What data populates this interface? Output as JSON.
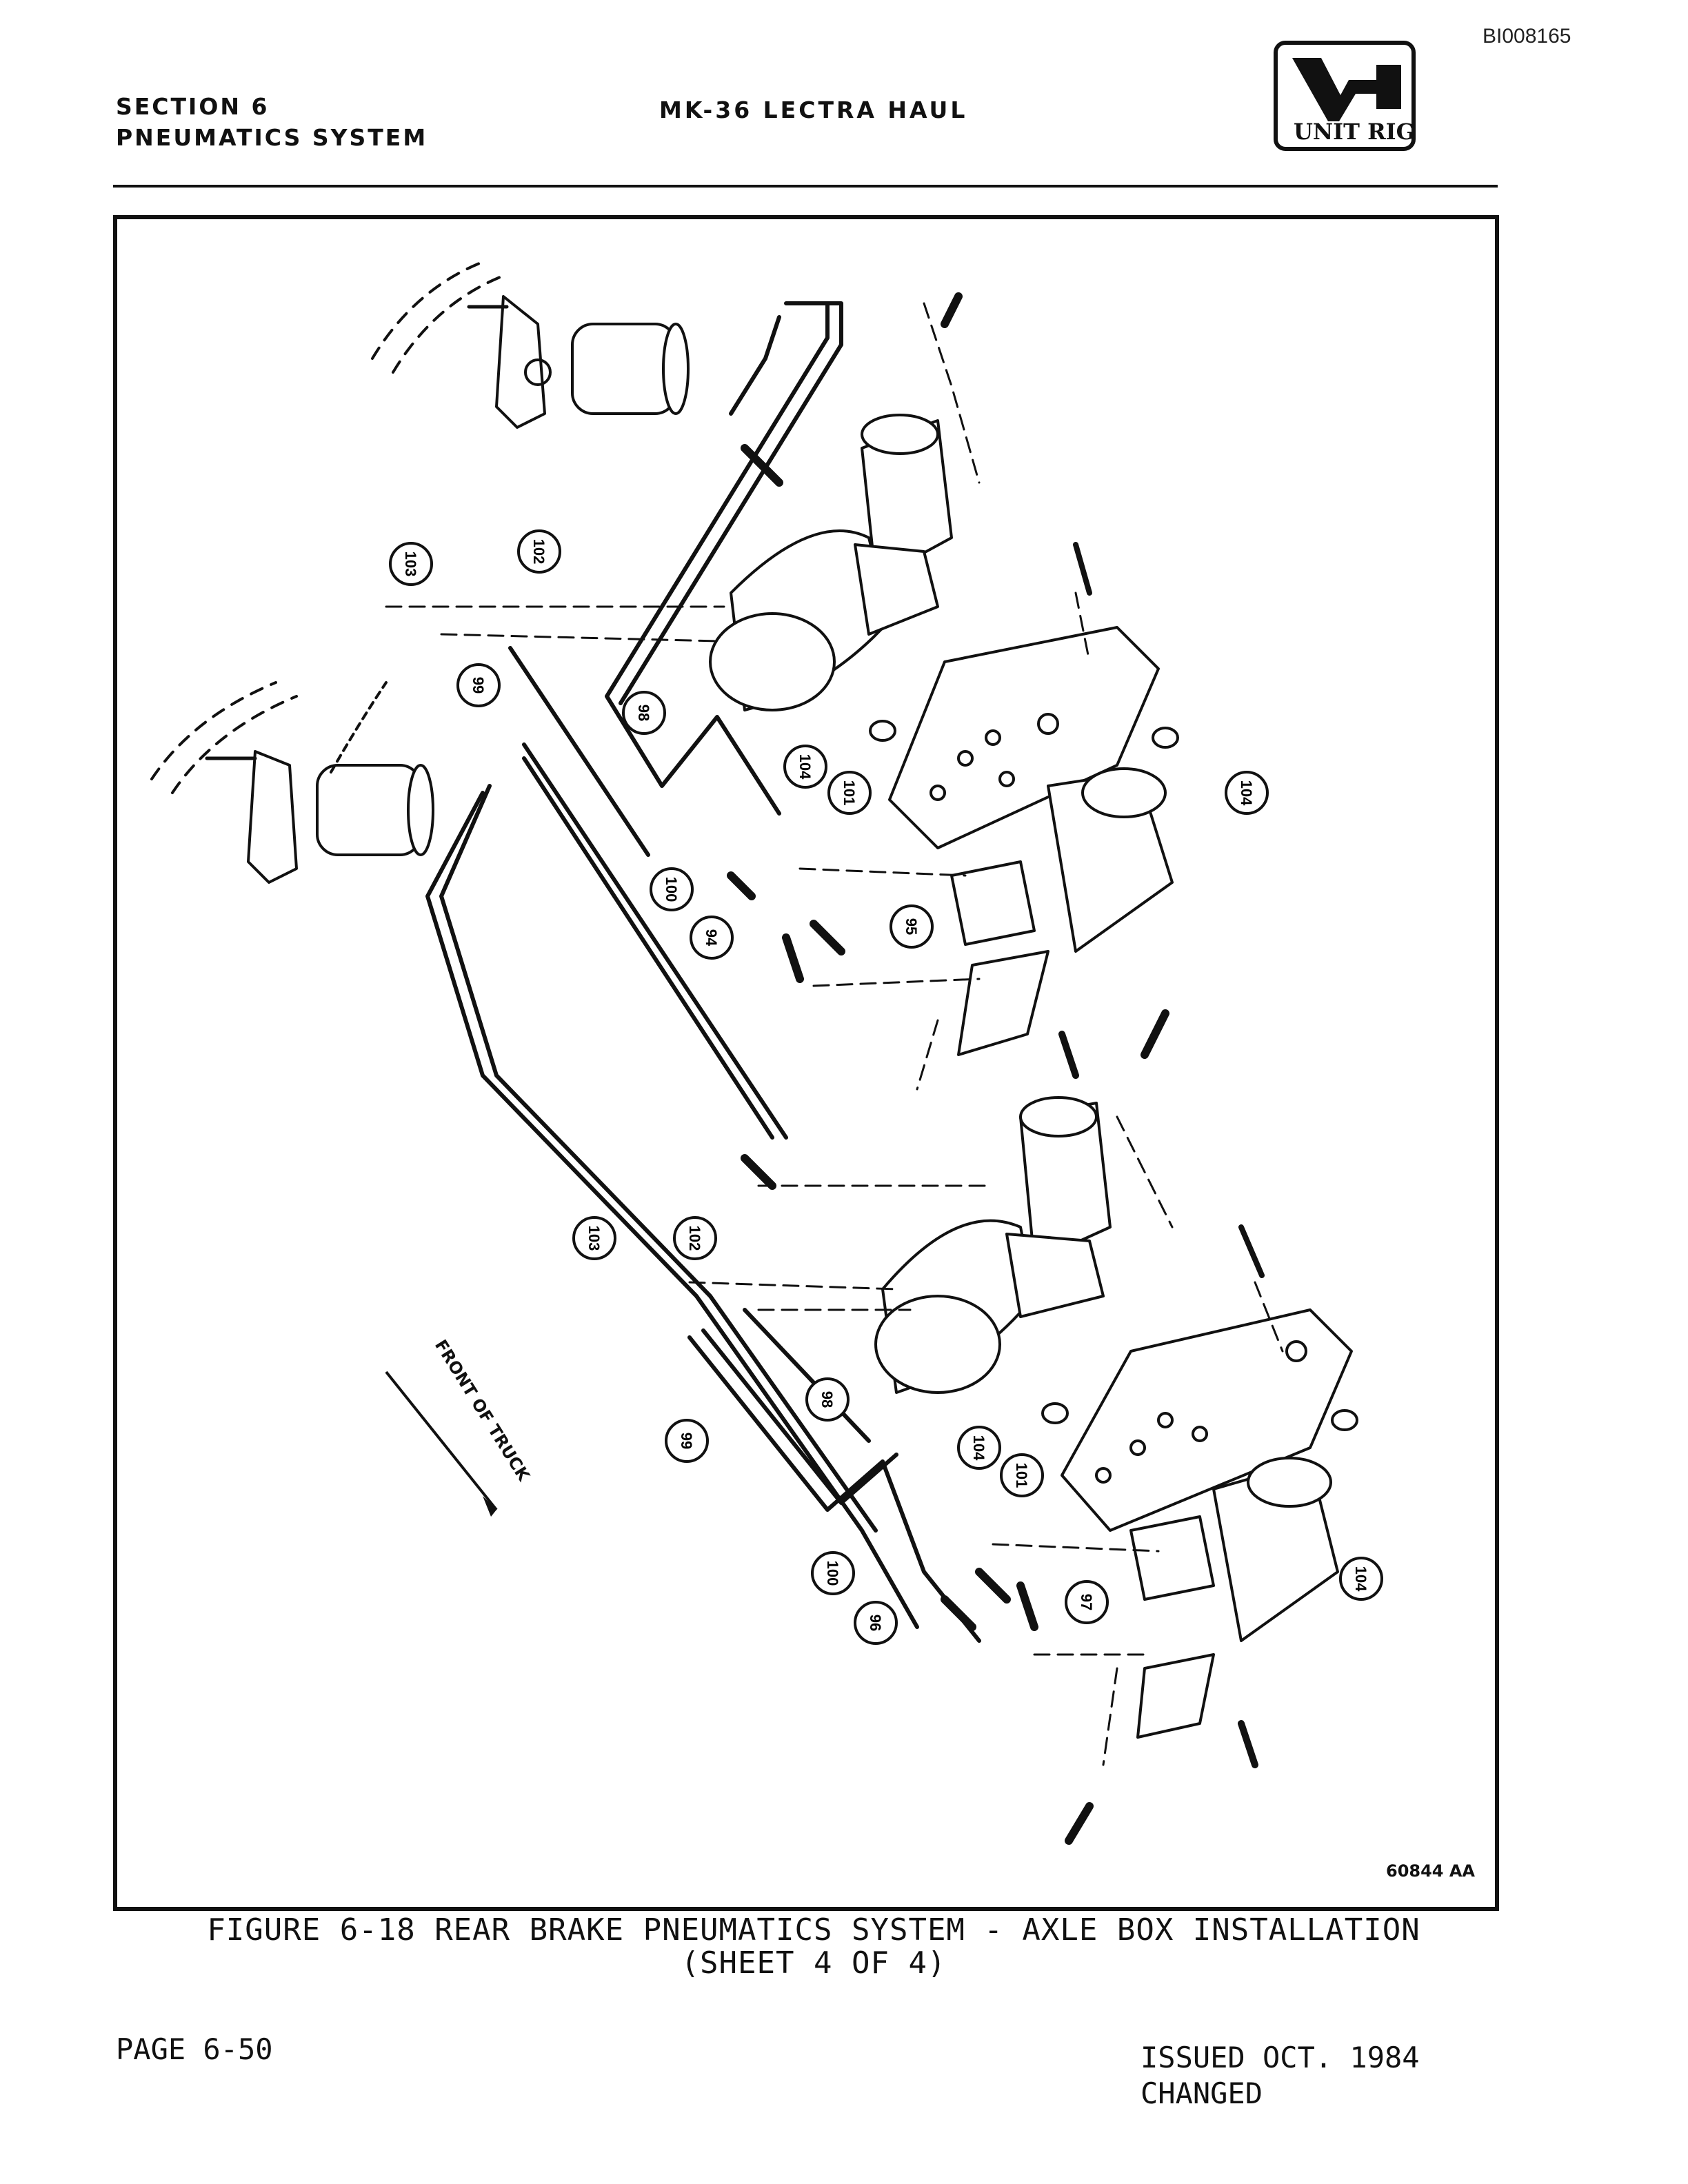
{
  "document_id": "BI008165",
  "header": {
    "section_line1": "SECTION 6",
    "section_line2": "PNEUMATICS SYSTEM",
    "title": "MK-36 LECTRA HAUL",
    "logo_text": "UNIT RIG"
  },
  "figure": {
    "drawing_code": "60844 AA",
    "direction_label": "FRONT OF TRUCK",
    "callouts_upper": [
      "103",
      "102",
      "99",
      "98",
      "104",
      "101",
      "104",
      "100",
      "94",
      "95"
    ],
    "callouts_lower": [
      "103",
      "102",
      "99",
      "98",
      "104",
      "101",
      "100",
      "96",
      "97",
      "104"
    ],
    "caption_line1": "FIGURE 6-18 REAR BRAKE PNEUMATICS SYSTEM - AXLE BOX INSTALLATION",
    "caption_line2": "(SHEET 4 OF 4)"
  },
  "footer": {
    "page": "PAGE 6-50",
    "issued": "ISSUED OCT. 1984",
    "changed": "CHANGED"
  }
}
